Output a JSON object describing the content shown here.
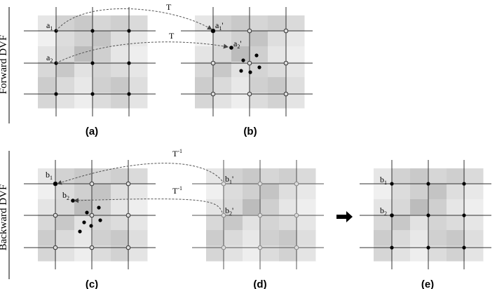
{
  "row_labels": {
    "top": "Forward DVF",
    "bottom": "Backward DVF"
  },
  "panel_labels": {
    "a": "(a)",
    "b": "(b)",
    "c": "(c)",
    "d": "(d)",
    "e": "(e)"
  },
  "transforms": {
    "forward": "T",
    "backward": "T",
    "backward_sup": "-1"
  },
  "points": {
    "a1": {
      "base": "a",
      "sub": "1"
    },
    "a2": {
      "base": "a",
      "sub": "2"
    },
    "a1p": {
      "base": "a",
      "sub": "1",
      "prime": "'"
    },
    "a2p": {
      "base": "a",
      "sub": "2",
      "prime": "'"
    },
    "b1": {
      "base": "b",
      "sub": "1"
    },
    "b2": {
      "base": "b",
      "sub": "2"
    },
    "b1p": {
      "base": "b",
      "sub": "1",
      "prime": "'"
    },
    "b2p": {
      "base": "b",
      "sub": "2",
      "prime": "'"
    }
  },
  "colors": {
    "grid_line": "#333333",
    "arrow": "#555555",
    "dot": "#000000"
  }
}
